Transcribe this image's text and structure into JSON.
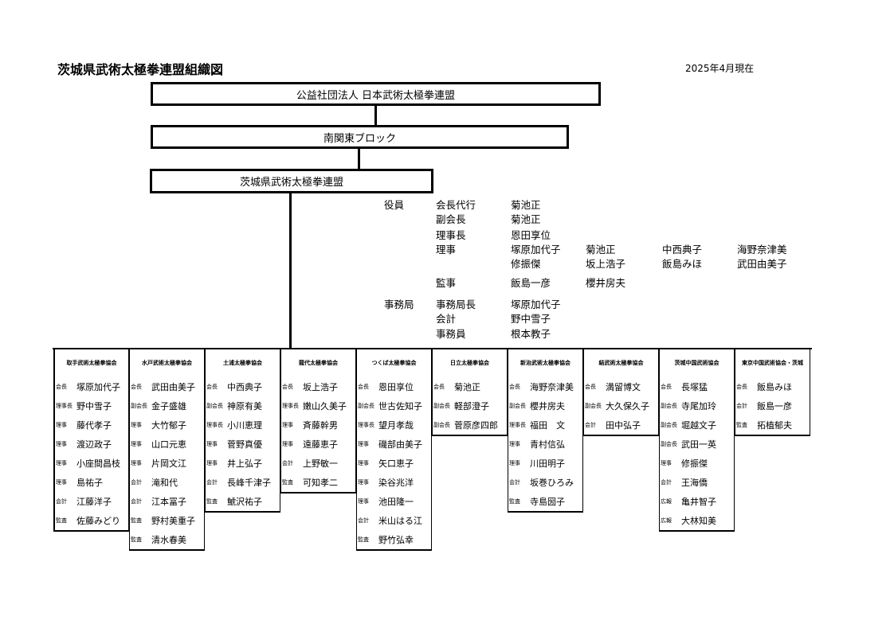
{
  "header": {
    "title": "茨城県武術太極拳連盟組織図",
    "date": "2025年4月現在"
  },
  "hierarchy": {
    "national": "公益社団法人 日本武術太極拳連盟",
    "block": "南関東ブロック",
    "prefecture": "茨城県武術太極拳連盟"
  },
  "officers": {
    "yakuin_label": "役員",
    "jimukyoku_label": "事務局",
    "roles": [
      {
        "role": "会長代行",
        "names": [
          "菊池正"
        ]
      },
      {
        "role": "副会長",
        "names": [
          "菊池正"
        ]
      },
      {
        "role": "理事長",
        "names": [
          "恩田享位"
        ]
      },
      {
        "role": "理事",
        "names": [
          "塚原加代子",
          "菊池正",
          "中西典子",
          "海野奈津美"
        ]
      },
      {
        "role": "",
        "names": [
          "修振傑",
          "坂上浩子",
          "飯島みほ",
          "武田由美子"
        ]
      },
      {
        "role": "監事",
        "names": [
          "飯島一彦",
          "櫻井房夫"
        ]
      }
    ],
    "office": [
      {
        "role": "事務局長",
        "names": [
          "塚原加代子"
        ]
      },
      {
        "role": "会計",
        "names": [
          "野中雪子"
        ]
      },
      {
        "role": "事務員",
        "names": [
          "根本教子"
        ]
      }
    ]
  },
  "associations": [
    {
      "name": "取手武術太極拳協会",
      "members": [
        {
          "role": "会長",
          "name": "塚原加代子"
        },
        {
          "role": "理事長",
          "name": "野中雪子"
        },
        {
          "role": "理事",
          "name": "藤代孝子"
        },
        {
          "role": "理事",
          "name": "渡辺政子"
        },
        {
          "role": "理事",
          "name": "小座間昌枝"
        },
        {
          "role": "理事",
          "name": "島祐子"
        },
        {
          "role": "会計",
          "name": "江藤洋子"
        },
        {
          "role": "監査",
          "name": "佐藤みどり"
        }
      ]
    },
    {
      "name": "水戸武術太極拳協会",
      "members": [
        {
          "role": "会長",
          "name": "武田由美子"
        },
        {
          "role": "副会長",
          "name": "金子盛雄"
        },
        {
          "role": "理事",
          "name": "大竹郁子"
        },
        {
          "role": "理事",
          "name": "山口元恵"
        },
        {
          "role": "理事",
          "name": "片岡文江"
        },
        {
          "role": "会計",
          "name": "滝和代"
        },
        {
          "role": "会計",
          "name": "江本冨子"
        },
        {
          "role": "監査",
          "name": "野村美重子"
        },
        {
          "role": "監査",
          "name": "清水春美"
        }
      ]
    },
    {
      "name": "土浦太極拳協会",
      "members": [
        {
          "role": "会長",
          "name": "中西典子"
        },
        {
          "role": "副会長",
          "name": "神原有美"
        },
        {
          "role": "理事長",
          "name": "小川恵理"
        },
        {
          "role": "理事",
          "name": "菅野真優"
        },
        {
          "role": "理事",
          "name": "井上弘子"
        },
        {
          "role": "会計",
          "name": "長峰千津子"
        },
        {
          "role": "監査",
          "name": "鯱沢祐子"
        }
      ]
    },
    {
      "name": "龍代太極拳協会",
      "members": [
        {
          "role": "会長",
          "name": "坂上浩子"
        },
        {
          "role": "理事長",
          "name": "嫩山久美子"
        },
        {
          "role": "理事",
          "name": "斉藤幹男"
        },
        {
          "role": "理事",
          "name": "遠藤恵子"
        },
        {
          "role": "会計",
          "name": "上野敏一"
        },
        {
          "role": "監査",
          "name": "可知孝二"
        }
      ]
    },
    {
      "name": "つくば太極拳協会",
      "members": [
        {
          "role": "会長",
          "name": "恩田享位"
        },
        {
          "role": "副会長",
          "name": "世古佐知子"
        },
        {
          "role": "理事長",
          "name": "望月孝哉"
        },
        {
          "role": "理事",
          "name": "磯部由美子"
        },
        {
          "role": "理事",
          "name": "矢口恵子"
        },
        {
          "role": "理事",
          "name": "染谷兆洋"
        },
        {
          "role": "理事",
          "name": "池田隆一"
        },
        {
          "role": "会計",
          "name": "米山はる江"
        },
        {
          "role": "監査",
          "name": "野竹弘幸"
        }
      ]
    },
    {
      "name": "日立太極拳協会",
      "members": [
        {
          "role": "会長",
          "name": "菊池正"
        },
        {
          "role": "副会長",
          "name": "軽部澄子"
        },
        {
          "role": "副会長",
          "name": "菅原彦四郎"
        }
      ]
    },
    {
      "name": "新治武術太極拳協会",
      "members": [
        {
          "role": "会長",
          "name": "海野奈津美"
        },
        {
          "role": "副会長",
          "name": "櫻井房夫"
        },
        {
          "role": "理事長",
          "name": "福田　文"
        },
        {
          "role": "理事",
          "name": "青村信弘"
        },
        {
          "role": "理事",
          "name": "川田明子"
        },
        {
          "role": "会計",
          "name": "坂巻ひろみ"
        },
        {
          "role": "監査",
          "name": "寺島圀子"
        }
      ]
    },
    {
      "name": "結武術太極拳協会",
      "members": [
        {
          "role": "会長",
          "name": "満留博文"
        },
        {
          "role": "副会長",
          "name": "大久保久子"
        },
        {
          "role": "会計",
          "name": "田中弘子"
        }
      ]
    },
    {
      "name": "茨城中国武術協会",
      "members": [
        {
          "role": "会長",
          "name": "長塚猛"
        },
        {
          "role": "副会長",
          "name": "寺尾加玲"
        },
        {
          "role": "副会長",
          "name": "堀越文子"
        },
        {
          "role": "副会長",
          "name": "武田一英"
        },
        {
          "role": "理事",
          "name": "修振傑"
        },
        {
          "role": "会計",
          "name": "王海僑"
        },
        {
          "role": "広報",
          "name": "亀井智子"
        },
        {
          "role": "広報",
          "name": "大林知美"
        }
      ]
    },
    {
      "name": "東京中国武術協会・茨城",
      "members": [
        {
          "role": "会長",
          "name": "飯島みほ"
        },
        {
          "role": "会計",
          "name": "飯島一彦"
        },
        {
          "role": "監査",
          "name": "拓植郁夫"
        }
      ]
    }
  ]
}
